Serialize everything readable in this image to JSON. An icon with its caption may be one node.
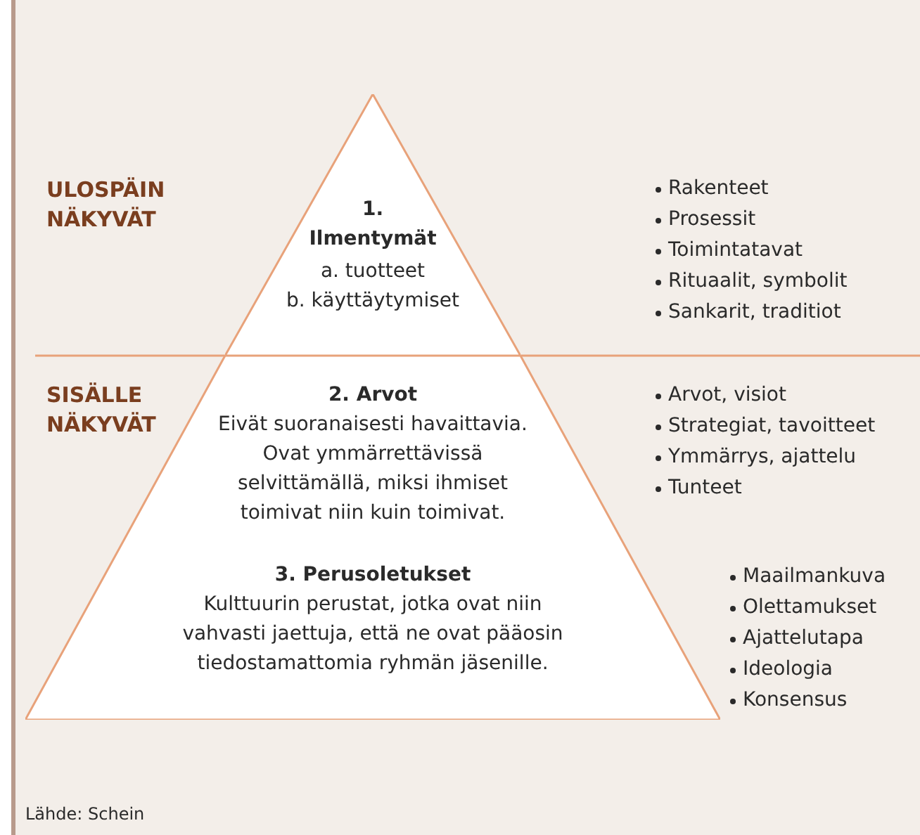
{
  "diagram": {
    "nodes": [
      {
        "text": [
          "1. Ilmentymät",
          "a. tuotteet",
          "b. käyttäytymiset"
        ]
      },
      {
        "text": [
          "2. Arvot",
          "Eivät suoranaisesti havaittavia. Ovat ymmärrettävissä selvittämällä, miksi ihmiset toimivat niin kuin toimivat.",
          "3. Perusoletukset",
          "Kulttuurin perustat, jotka ovat niin vahvasti jaettuja, että ne ovat pääosin tiedostamattomia ryhmän jäsenille."
        ]
      }
    ],
    "edges": [],
    "labels": [
      "ULOSPÄIN NÄKYVÄT",
      "Rakenteet",
      "Prosessit",
      "Toimintatavat",
      "Rituaalit, symbolit",
      "Sankarit, traditiot",
      "SISÄLLE NÄKYVÄT",
      "Arvot, visiot",
      "Strategiat, tavoitteet",
      "Ymmärrys, ajattelu",
      "Tunteet",
      "Maailmankuva",
      "Olettamukset",
      "Ajattelutapa",
      "Ideologia",
      "Konsensus",
      "Lähde: Schein"
    ]
  }
}
